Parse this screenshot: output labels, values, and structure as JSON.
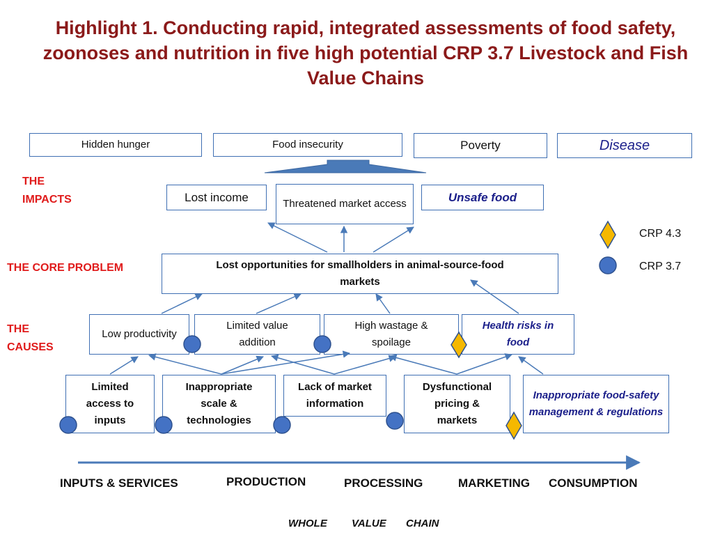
{
  "title": "Highlight 1. Conducting rapid, integrated assessments of food safety, zoonoses and nutrition in five high potential CRP 3.7 Livestock and Fish Value Chains",
  "outcomes": [
    "Hidden hunger",
    "Food insecurity",
    "Poverty",
    "Disease"
  ],
  "labels": {
    "impacts": "THE IMPACTS",
    "core": "THE CORE PROBLEM",
    "causes": "THE CAUSES"
  },
  "impacts": [
    "Lost income",
    "Threatened market access",
    "Unsafe food"
  ],
  "core_problem": "Lost  opportunities for smallholders in animal-source-food markets",
  "causes": [
    "Low productivity",
    "Limited value addition",
    "High wastage & spoilage",
    "Health risks in food"
  ],
  "root_causes": [
    "Limited access to inputs",
    "Inappropriate scale & technologies",
    "Lack of market information",
    "Dysfunctional pricing & markets",
    "Inappropriate food-safety management & regulations"
  ],
  "legend": {
    "diamond": "CRP 4.3",
    "circle": "CRP 3.7"
  },
  "colors": {
    "diamond": "#f5b800",
    "circle": "#4472c4",
    "arrow": "#4a7ab8",
    "title": "#8b1a1a",
    "label": "#e01b1b"
  },
  "stages": [
    "INPUTS & SERVICES",
    "PRODUCTION",
    "PROCESSING",
    "MARKETING",
    "CONSUMPTION"
  ],
  "chain_caption": [
    "WHOLE",
    "VALUE",
    "CHAIN"
  ]
}
